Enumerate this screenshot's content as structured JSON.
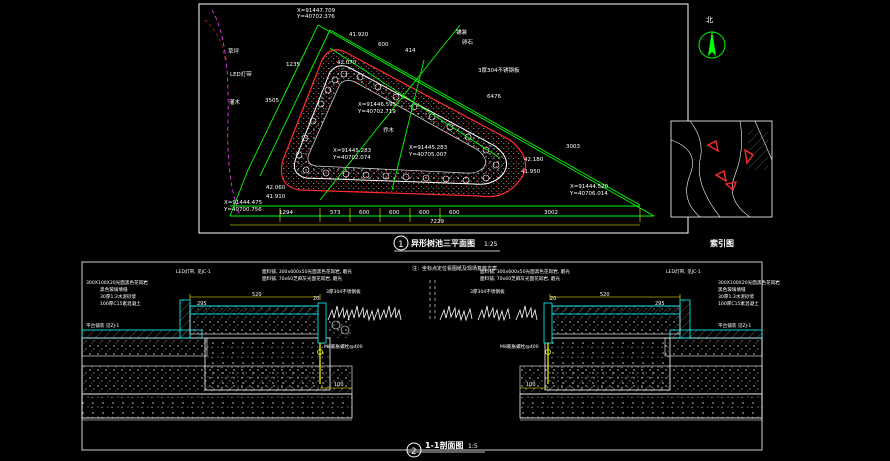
{
  "plan": {
    "coords": [
      "X=91447.709",
      "Y=40702.376",
      "X=91446.595",
      "Y=40702.719",
      "X=91445.283",
      "Y=40702.074",
      "X=91445.283",
      "Y=40705.007",
      "X=91444.520",
      "Y=40706.014",
      "X=91444.475",
      "Y=40700.756"
    ],
    "labels": {
      "grass": "草坪",
      "shrub": "灌木",
      "paving": "铺装",
      "led": "LED灯带",
      "pebble": "卵石",
      "tree": "乔木",
      "edge_note": "3厚304不锈钢板",
      "r1": "42.070",
      "r2": "42.060",
      "r3": "42.180",
      "r4": "41.950",
      "r5": "41.920",
      "r6": "41.910"
    },
    "dims_bottom": [
      "1294",
      "573",
      "600",
      "600",
      "600",
      "600",
      "3002"
    ],
    "dims_total": "7229",
    "dims_right": [
      "6476",
      "3003"
    ],
    "dims_left": [
      "3505",
      "1235"
    ],
    "dims_top": [
      "414",
      "600"
    ]
  },
  "titles": {
    "plan_num": "1",
    "plan_title": "异形树池三平面图",
    "plan_scale": "1:25",
    "section_num": "2",
    "section_title": "1-1剖面图",
    "section_scale": "1:5",
    "index_title": "索引图",
    "north": "北"
  },
  "section": {
    "note": "注：坐标点定位看图纸及现场复核方案",
    "left_labels": [
      "300X100X20光面黑色花岗岩",
      "黑色玻璃填缝",
      "30厚1:3水泥砂浆",
      "100厚C15素混凝土",
      "平台铺装 见ZJ-1"
    ],
    "right_labels": [
      "300X100X20光面黑色花岗岩",
      "黑色玻璃填缝",
      "30厚1:3水泥砂浆",
      "100厚C15素混凝土",
      "平台铺装 见ZJ-1"
    ],
    "led_left": "LED灯带, 见JC-1",
    "led_right": "LED灯带, 见JC-1",
    "top_left": "面料铺, 300x600x50光面黑色花岗岩, 磨光",
    "top_left2": "面料铺, 70x60芝麻灰光面花岗岩, 磨光",
    "top_right": "面料铺, 300x600x50光面黑色花岗岩, 磨光",
    "top_right2": "面料铺, 70x60芝麻灰光面花岗岩, 磨光",
    "steel_left": "3厚304不锈钢板",
    "steel_right": "3厚304不锈钢板",
    "pipe_left": "M8膨胀螺栓@400",
    "pipe_right": "M8膨胀螺栓@400",
    "dims_left": [
      "295",
      "520",
      "20",
      "100"
    ],
    "dims_right": [
      "295",
      "520",
      "20",
      "100"
    ]
  },
  "colors": {
    "line": "#ffffff",
    "green": "#00ff00",
    "yellow": "#ffff00",
    "red": "#ff2a2a",
    "cyan": "#00ffff",
    "magenta": "#ff40ff"
  }
}
